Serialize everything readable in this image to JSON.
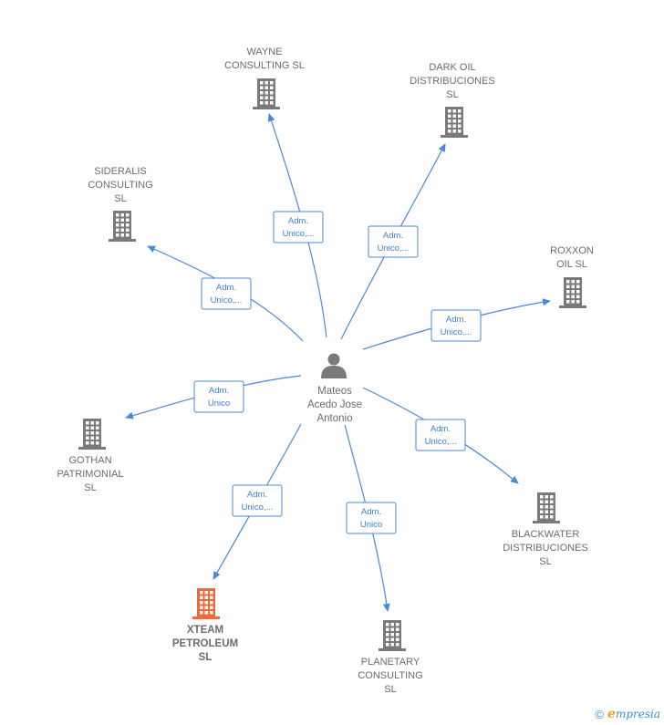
{
  "colors": {
    "building": "#7a7a7a",
    "building_highlight": "#ef6a3a",
    "edge": "#4a88d8",
    "label": "#6b6b6b"
  },
  "person": {
    "name_lines": [
      "Mateos",
      "Acedo Jose",
      "Antonio"
    ],
    "icon": "person-icon"
  },
  "companies": [
    {
      "id": "wayne",
      "lines": [
        "WAYNE",
        "CONSULTING SL"
      ],
      "icon": "building-icon",
      "highlight": false,
      "edge_lines": [
        "Adm.",
        "Unico,..."
      ]
    },
    {
      "id": "dark-oil",
      "lines": [
        "DARK OIL",
        "DISTRIBUCIONES",
        "SL"
      ],
      "icon": "building-icon",
      "highlight": false,
      "edge_lines": [
        "Adm.",
        "Unico,..."
      ]
    },
    {
      "id": "sideralis",
      "lines": [
        "SIDERALIS",
        "CONSULTING",
        "SL"
      ],
      "icon": "building-icon",
      "highlight": false,
      "edge_lines": [
        "Adm.",
        "Unico,..."
      ]
    },
    {
      "id": "roxxon",
      "lines": [
        "ROXXON",
        "OIL  SL"
      ],
      "icon": "building-icon",
      "highlight": false,
      "edge_lines": [
        "Adm.",
        "Unico,..."
      ]
    },
    {
      "id": "gothan",
      "lines": [
        "GOTHAN",
        "PATRIMONIAL",
        "SL"
      ],
      "icon": "building-icon",
      "highlight": false,
      "edge_lines": [
        "Adm.",
        "Unico"
      ]
    },
    {
      "id": "blackwater",
      "lines": [
        "BLACKWATER",
        "DISTRIBUCIONES",
        "SL"
      ],
      "icon": "building-icon",
      "highlight": false,
      "edge_lines": [
        "Adm.",
        "Unico,..."
      ]
    },
    {
      "id": "xteam",
      "lines": [
        "XTEAM",
        "PETROLEUM",
        "SL"
      ],
      "icon": "building-icon",
      "highlight": true,
      "edge_lines": [
        "Adm.",
        "Unico,..."
      ]
    },
    {
      "id": "planetary",
      "lines": [
        "PLANETARY",
        "CONSULTING",
        "SL"
      ],
      "icon": "building-icon",
      "highlight": false,
      "edge_lines": [
        "Adm.",
        "Unico"
      ]
    }
  ],
  "footer": {
    "copyright": "©",
    "brand_first": "e",
    "brand_rest": "mpresia"
  }
}
